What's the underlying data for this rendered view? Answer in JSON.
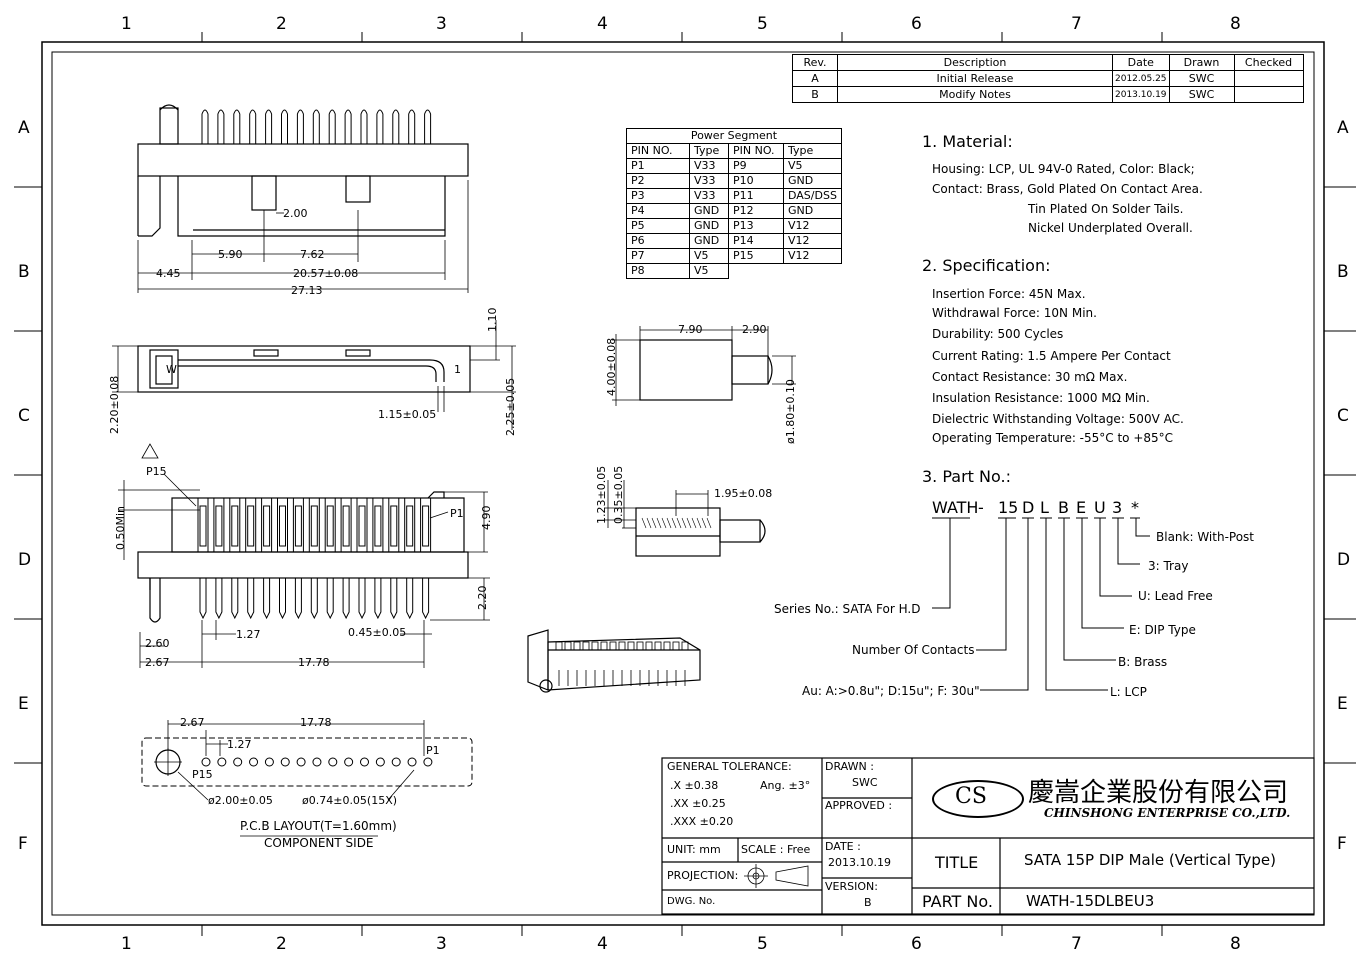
{
  "grid": {
    "columns": [
      "1",
      "2",
      "3",
      "4",
      "5",
      "6",
      "7",
      "8"
    ],
    "rows": [
      "A",
      "B",
      "C",
      "D",
      "E",
      "F"
    ]
  },
  "revision_table": {
    "headers": [
      "Rev.",
      "Description",
      "Date",
      "Drawn",
      "Checked"
    ],
    "rows": [
      [
        "A",
        "Initial Release",
        "2012.05.25",
        "SWC",
        ""
      ],
      [
        "B",
        "Modify Notes",
        "2013.10.19",
        "SWC",
        ""
      ]
    ]
  },
  "power_segment": {
    "title": "Power Segment",
    "headers": [
      "PIN NO.",
      "Type",
      "PIN NO.",
      "Type"
    ],
    "rows": [
      [
        "P1",
        "V33",
        "P9",
        "V5"
      ],
      [
        "P2",
        "V33",
        "P10",
        "GND"
      ],
      [
        "P3",
        "V33",
        "P11",
        "DAS/DSS"
      ],
      [
        "P4",
        "GND",
        "P12",
        "GND"
      ],
      [
        "P5",
        "GND",
        "P13",
        "V12"
      ],
      [
        "P6",
        "GND",
        "P14",
        "V12"
      ],
      [
        "P7",
        "V5",
        "P15",
        "V12"
      ],
      [
        "P8",
        "V5",
        "",
        ""
      ]
    ]
  },
  "material": {
    "heading": "1.  Material:",
    "lines": [
      "Housing: LCP, UL 94V-0 Rated, Color: Black;",
      "Contact: Brass, Gold Plated On Contact Area.",
      "Tin Plated On Solder Tails.",
      "Nickel Underplated Overall."
    ]
  },
  "specification": {
    "heading": "2.  Specification:",
    "lines": [
      "Insertion Force: 45N Max.",
      "Withdrawal Force: 10N Min.",
      "Durability: 500 Cycles",
      "Current Rating: 1.5 Ampere Per Contact",
      "Contact Resistance: 30 mΩ Max.",
      "Insulation Resistance: 1000 MΩ Min.",
      "Dielectric Withstanding Voltage: 500V AC.",
      "Operating Temperature: -55°C to +85°C"
    ]
  },
  "part_no": {
    "heading": "3.  Part No.:",
    "code": [
      "WATH",
      "-",
      "15",
      "D",
      "L",
      "B",
      "E",
      "U",
      "3",
      "*"
    ],
    "callouts": {
      "blank": "Blank: With-Post",
      "tray": "3: Tray",
      "lead_free": "U: Lead Free",
      "dip": "E: DIP Type",
      "brass": "B: Brass",
      "lcp": "L: LCP",
      "series": "Series No.: SATA For H.D",
      "contacts": "Number Of Contacts",
      "au": "Au: A:>0.8u\"; D:15u\"; F: 30u\""
    }
  },
  "dimensions": {
    "d2_00": "2.00",
    "d5_90": "5.90",
    "d7_62": "7.62",
    "d4_45": "4.45",
    "d20_57": "20.57±0.08",
    "d27_13": "27.13",
    "d1_10": "1.10",
    "d2_20_08": "2.20±0.08",
    "d1_15": "1.15±0.05",
    "d2_25": "2.25±0.05",
    "w_mark": "W",
    "one_mark": "1",
    "d7_90": "7.90",
    "d2_90": "2.90",
    "d4_00": "4.00±0.08",
    "d1_80": "ø1.80±0.10",
    "d1_23": "1.23±0.05",
    "d0_35": "0.35±0.05",
    "d1_95": "1.95±0.08",
    "p15": "P15",
    "p1": "P1",
    "d0_50": "0.50Min",
    "d4_90": "4.90",
    "d2_20": "2.20",
    "d2_60": "2.60",
    "d1_27": "1.27",
    "d0_45": "0.45±0.05",
    "d2_67": "2.67",
    "d17_78": "17.78",
    "pcb_2_67": "2.67",
    "pcb_17_78": "17.78",
    "pcb_1_27": "1.27",
    "pcb_p1": "P1",
    "pcb_p15": "P15",
    "pcb_hole_big": "ø2.00±0.05",
    "pcb_hole_small": "ø0.74±0.05(15X)",
    "pcb_title": "P.C.B LAYOUT(T=1.60mm)",
    "pcb_sub": "COMPONENT SIDE"
  },
  "title_block": {
    "general_tolerance": "GENERAL TOLERANCE:",
    "tol_x": ".X  ±0.38",
    "tol_ang": "Ang.  ±3°",
    "tol_xx": ".XX ±0.25",
    "tol_xxx": ".XXX ±0.20",
    "unit": "UNIT:  mm",
    "scale": "SCALE :  Free",
    "projection": "PROJECTION:",
    "dwg_no": "DWG. No.",
    "drawn_label": "DRAWN :",
    "drawn_value": "SWC",
    "approved_label": "APPROVED :",
    "date_label": "DATE :",
    "date_value": "2013.10.19",
    "version_label": "VERSION:",
    "version_value": "B",
    "company_logo": "CS",
    "company_cn": "慶嵩企業股份有限公司",
    "company_en": "CHINSHONG ENTERPRISE CO.,LTD.",
    "title_label": "TITLE",
    "title_value": "SATA 15P DIP Male  (Vertical Type)",
    "part_label": "PART No.",
    "part_value": "WATH-15DLBEU3"
  }
}
